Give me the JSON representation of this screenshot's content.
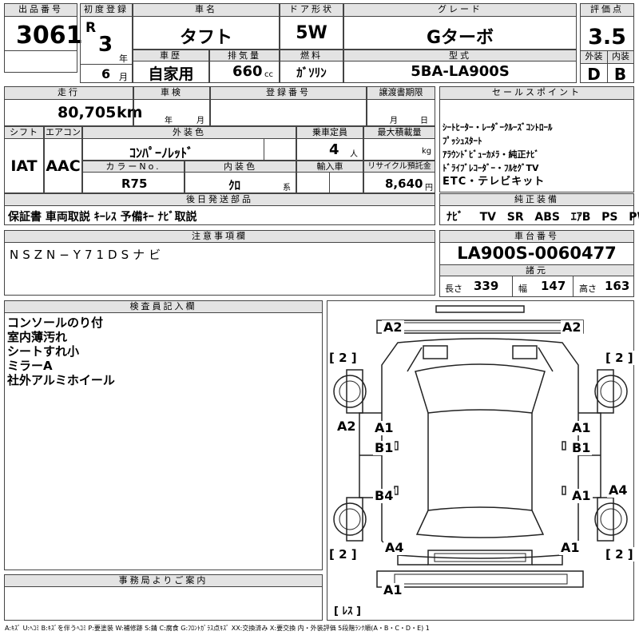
{
  "lot": {
    "label": "出品番号",
    "value": "3061"
  },
  "first_registration": {
    "label": "初度登録",
    "era": "R",
    "year": "3",
    "year_unit": "年",
    "month": "6",
    "month_unit": "月"
  },
  "car_name": {
    "label": "車名",
    "value": "タフト"
  },
  "door_type": {
    "label": "ドア形状",
    "value": "5W"
  },
  "grade": {
    "label": "グレード",
    "value": "Gターボ"
  },
  "score": {
    "label": "評価点",
    "value": "3.5"
  },
  "exterior_score": {
    "label": "外装",
    "value": "D"
  },
  "interior_score": {
    "label": "内装",
    "value": "B"
  },
  "history": {
    "label": "車歴",
    "value": "自家用"
  },
  "displacement": {
    "label": "排気量",
    "value": "660",
    "unit": "cc"
  },
  "fuel": {
    "label": "燃料",
    "value": "ｶﾞｿﾘﾝ"
  },
  "model_code": {
    "label": "型式",
    "value": "5BA-LA900S"
  },
  "mileage": {
    "label": "走行",
    "value": "80,705",
    "unit": "km"
  },
  "inspection": {
    "label": "車検",
    "year_unit": "年",
    "month_unit": "月"
  },
  "registration_no": {
    "label": "登録番号"
  },
  "transfer_deadline": {
    "label": "譲渡書期限",
    "month_unit": "月",
    "day_unit": "日"
  },
  "sales_points": {
    "label": "セールスポイント",
    "lines": [
      "ｼｰﾄﾋｰﾀｰ・ﾚｰﾀﾞｰｸﾙｰｽﾞｺﾝﾄﾛｰﾙ",
      "ﾌﾟｯｼｭｽﾀｰﾄ",
      "ｱﾗｳﾝﾄﾞﾋﾞｭｰｶﾒﾗ・純正ﾅﾋﾞ",
      "ﾄﾞﾗｲﾌﾞﾚｺｰﾀﾞｰ・ﾌﾙｾｸﾞTV",
      "ETC・テレビキット"
    ]
  },
  "shift": {
    "label": "シフト",
    "value": "IAT"
  },
  "aircon": {
    "label": "エアコン",
    "value": "AAC"
  },
  "exterior_color": {
    "label": "外装色",
    "value": "ｺﾝﾊﾟｰﾉﾚｯﾄﾞ"
  },
  "capacity": {
    "label": "乗車定員",
    "value": "4",
    "unit": "人"
  },
  "max_load": {
    "label": "最大積載量",
    "unit": "kg"
  },
  "color_no": {
    "label": "カラーNo.",
    "value": "R75"
  },
  "interior_color": {
    "label": "内装色",
    "value": "ｸﾛ",
    "suffix": "系"
  },
  "import": {
    "label": "輸入車"
  },
  "recycle": {
    "label": "リサイクル預託金",
    "value": "8,640",
    "unit": "円"
  },
  "later_parts": {
    "label": "後日発送部品",
    "value": "保証書 車両取説 ｷｰﾚｽ 予備ｷｰ ﾅﾋﾞ取説"
  },
  "equipment": {
    "label": "純正装備",
    "items": [
      "ﾅﾋﾞ",
      "TV",
      "SR",
      "ABS",
      "ｴｱB",
      "PS",
      "PW"
    ]
  },
  "notes": {
    "label": "注意事項欄",
    "value": "NSZN−Y71DSナビ"
  },
  "chassis": {
    "label": "車台番号",
    "value": "LA900S-0060477"
  },
  "dims": {
    "label": "諸元",
    "length_label": "長さ",
    "length": "339",
    "width_label": "幅",
    "width": "147",
    "height_label": "高さ",
    "height": "163"
  },
  "inspector": {
    "label": "検査員記入欄",
    "lines": [
      "コンソールのり付",
      "室内薄汚れ",
      "シートすれ小",
      "ミラーA",
      "社外アルミホイール"
    ]
  },
  "office": {
    "label": "事務局よりご案内"
  },
  "diagram_marks": {
    "front_left": "A2",
    "front_right": "A2",
    "tire_fl": "[ 2 ]",
    "tire_fr": "[ 2 ]",
    "left_fender": "A2",
    "door_fl": "A1",
    "door_fl_2": "B1",
    "door_fr": "A1",
    "door_fr_2": "B1",
    "door_rl": "B4",
    "door_rr": "A1",
    "right_quarter": "A4",
    "rear_left": "A4",
    "rear_right": "A1",
    "tire_rl": "[ 2 ]",
    "tire_rr": "[ 2 ]",
    "rear_bumper": "A1",
    "spare": "[ ﾚｽ ]"
  },
  "legend": "A:ｷｽﾞ U:ﾍｺﾐ B:ｷｽﾞを伴うﾍｺﾐ P:要塗装 W:補修跡 S:錆 C:腐食 G:ﾌﾛﾝﾄｶﾞﾗｽ点ｷｽﾞ XX:交換済み X:要交換 内・外装評価 5段階ﾗﾝｸ順(A・B・C・D・E) 1"
}
